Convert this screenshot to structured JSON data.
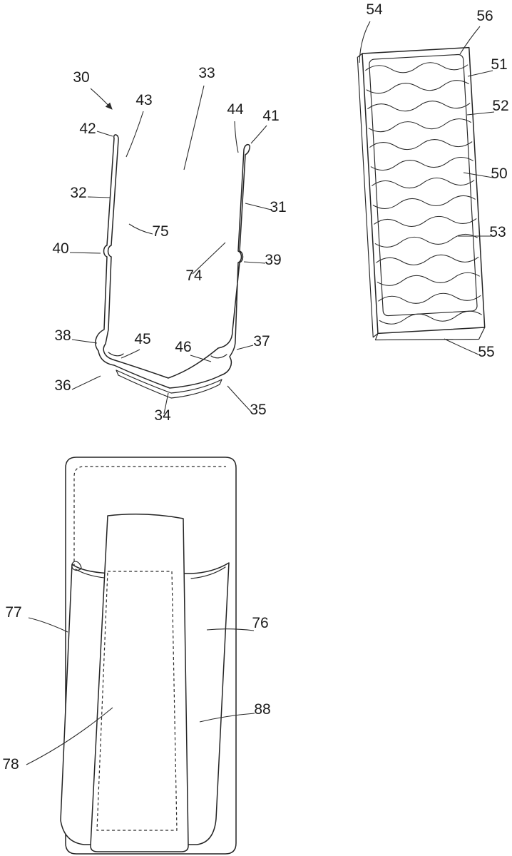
{
  "page": {
    "background": "#ffffff",
    "ink": "#242424"
  },
  "fig1": {
    "refs": {
      "r30": "30",
      "r31": "31",
      "r32": "32",
      "r33": "33",
      "r34": "34",
      "r35": "35",
      "r36": "36",
      "r37": "37",
      "r38": "38",
      "r39": "39",
      "r40": "40",
      "r41": "41",
      "r42": "42",
      "r43": "43",
      "r44": "44",
      "r45": "45",
      "r46": "46",
      "r74": "74",
      "r75": "75"
    }
  },
  "fig2": {
    "refs": {
      "r50": "50",
      "r51": "51",
      "r52": "52",
      "r53": "53",
      "r54": "54",
      "r55": "55",
      "r56": "56"
    }
  },
  "fig3": {
    "refs": {
      "r76": "76",
      "r77": "77",
      "r78": "78",
      "r88": "88"
    }
  }
}
